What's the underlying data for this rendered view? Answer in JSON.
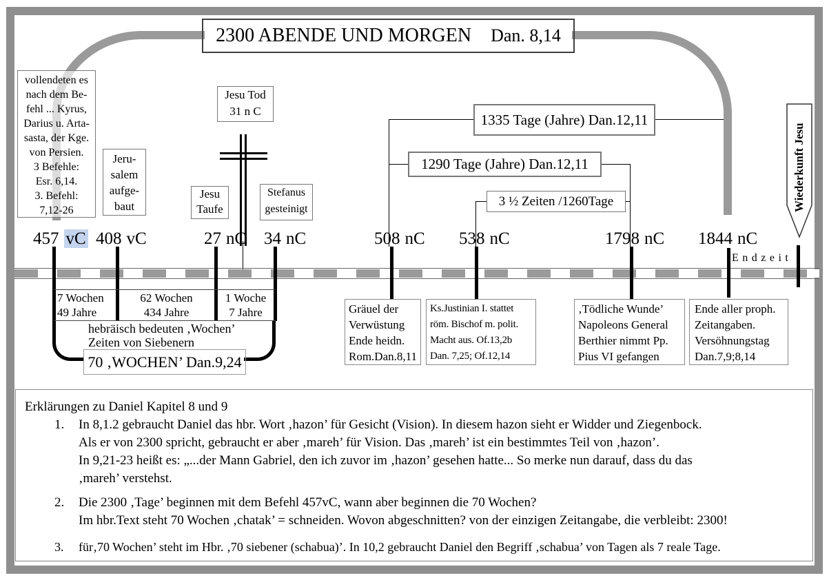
{
  "title": {
    "main": "2300 ABENDE UND MORGEN",
    "ref": "Dan. 8,14"
  },
  "decree_box": {
    "lines": [
      "vollendeten es",
      "nach dem Be-",
      "fehl ... Kyrus,",
      "Darius u. Arta-",
      "sasta, der Kge.",
      "von Persien.",
      "3 Befehle:",
      "Esr. 6,14.",
      "3. Befehl:",
      "7,12-26"
    ]
  },
  "jerusalem_box": {
    "lines": [
      "Jeru-",
      "salem",
      "aufge-",
      "baut"
    ]
  },
  "jesu_tod_box": {
    "lines": [
      "Jesu Tod",
      "31 n C"
    ]
  },
  "jesu_taufe_box": {
    "lines": [
      "Jesu",
      "Taufe"
    ]
  },
  "stefanus_box": {
    "lines": [
      "Stefanus",
      "gesteinigt"
    ]
  },
  "periods": {
    "p1335": "1335 Tage (Jahre) Dan.12,11",
    "p1290": "1290 Tage (Jahre) Dan.12,11",
    "p1260": "3 ½ Zeiten /1260Tage"
  },
  "wiederkunft_arrow": {
    "label": "Wiederkunft Jesu"
  },
  "timeline": {
    "dates": [
      {
        "year": "457",
        "era": "vC"
      },
      {
        "year": "408",
        "era": "vC"
      },
      {
        "year": "27",
        "era": "nC"
      },
      {
        "year": "34",
        "era": "nC"
      },
      {
        "year": "508",
        "era": "nC"
      },
      {
        "year": "538",
        "era": "nC"
      },
      {
        "year": "1798",
        "era": "nC"
      },
      {
        "year": "1844",
        "era": "nC"
      }
    ],
    "endzeit_label": "Endzeit"
  },
  "weeks_row": {
    "cells": [
      {
        "line1": "7 Wochen",
        "line2": "49 Jahre"
      },
      {
        "line1": "62 Wochen",
        "line2": "434 Jahre"
      },
      {
        "line1": "1 Woche",
        "line2": "7 Jahre"
      }
    ],
    "hebrew_note_line1": "hebräisch bedeuten ‚Wochen’",
    "hebrew_note_line2": "Zeiten von Siebenern",
    "seventy_weeks_label": "70 ‚WOCHEN’ Dan.9,24"
  },
  "event_boxes": {
    "graeuel": {
      "lines": [
        "Gräuel der",
        "Verwüstung",
        "Ende heidn.",
        "Rom.Dan.8,11"
      ]
    },
    "justinian": {
      "lines": [
        "Ks.Justinian I. stattet",
        "röm. Bischof m. polit.",
        "Macht aus. Of.13,2b",
        "Dan. 7,25;  Of.12,14"
      ]
    },
    "toedliche": {
      "lines": [
        "‚Tödliche Wunde’",
        "Napoleons General",
        "Berthier nimmt Pp.",
        "Pius VI  gefangen"
      ]
    },
    "ende": {
      "lines": [
        "Ende aller proph.",
        "Zeitangaben.",
        "Versöhnungstag",
        "Dan.7,9;8,14"
      ]
    }
  },
  "explanations": {
    "heading": "Erklärungen zu Daniel Kapitel 8 und 9",
    "items": [
      {
        "number": "1.",
        "lines": [
          "In 8,1.2 gebraucht Daniel das hbr. Wort ‚hazon’ für Gesicht (Vision). In diesem hazon sieht er Widder und Ziegenbock.",
          "Als er von 2300 spricht, gebraucht er aber ‚mareh’ für Vision. Das ‚mareh’ ist ein bestimmtes Teil von ‚hazon’.",
          "In 9,21-23 heißt es: „...der Mann Gabriel, den ich zuvor im ‚hazon’ gesehen hatte... So merke nun darauf, dass du das",
          "‚mareh’ verstehst."
        ]
      },
      {
        "number": "2.",
        "lines": [
          "Die 2300 ‚Tage’ beginnen mit dem Befehl 457vC, wann aber beginnen die 70 Wochen?",
          "Im hbr.Text steht 70 Wochen ‚chatak’ = schneiden. Wovon abgeschnitten? von der einzigen Zeitangabe, die verbleibt: 2300!"
        ]
      },
      {
        "number": "3.",
        "lines": [
          "für‚70 Wochen’ steht im Hbr. ‚70 siebener (schabua)’. In 10,2 gebraucht Daniel den Begriff ‚schabua’ von Tagen als 7 reale Tage."
        ]
      }
    ]
  },
  "colors": {
    "band_gray": "#9a9a9a",
    "frame_gray": "#8f8f8f",
    "highlight_blue": "#c4d4ee"
  }
}
